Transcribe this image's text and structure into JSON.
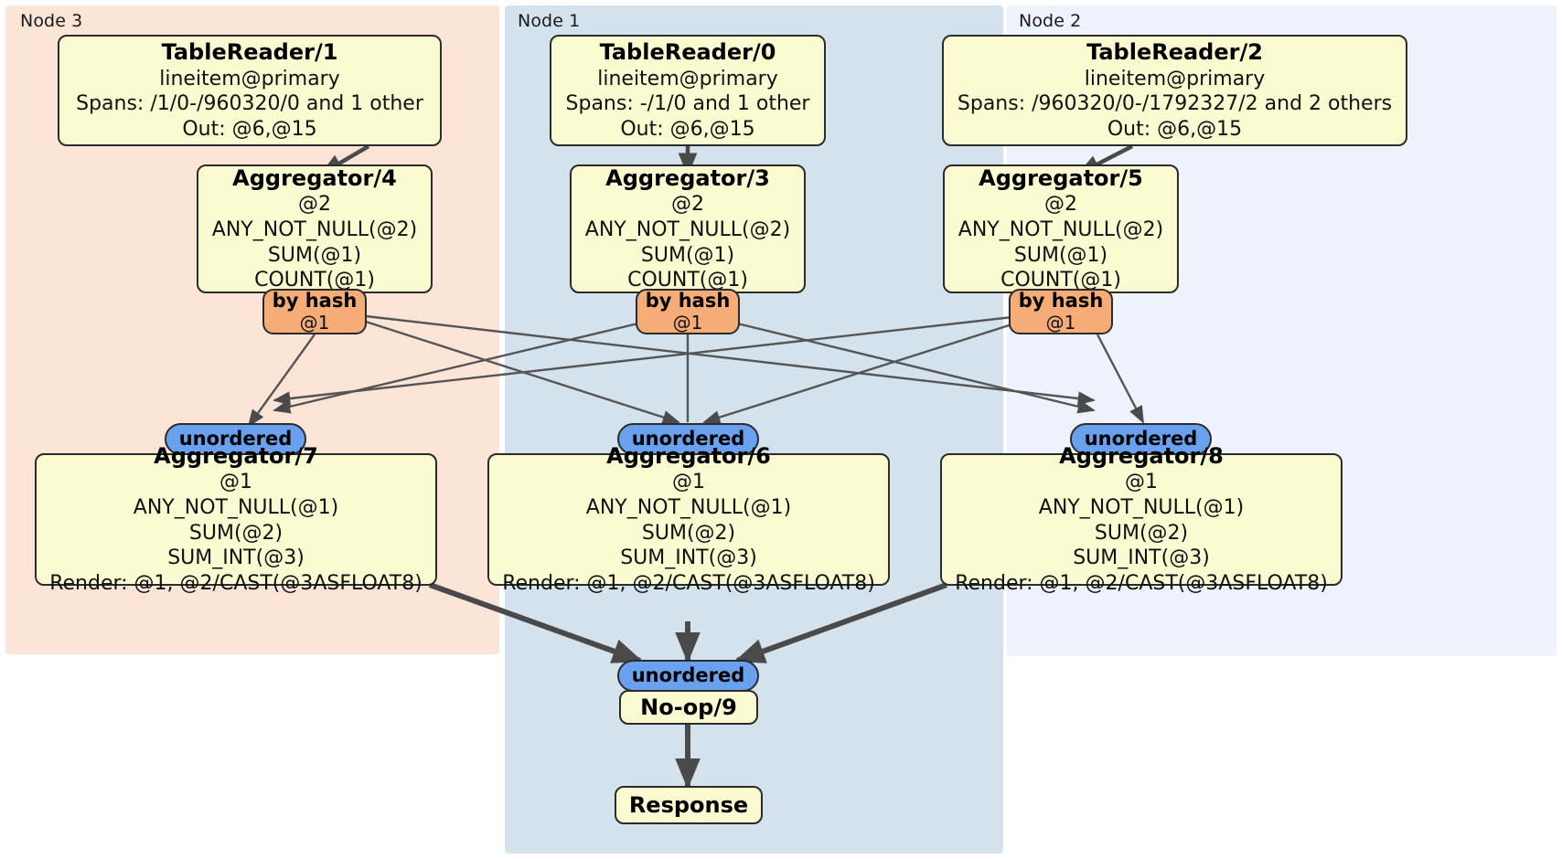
{
  "diagram": {
    "title": "Distributed query plan",
    "type": "flow-diagram",
    "colors": {
      "node3_panel": "#fce5d6",
      "node1_panel": "#d3e2ec",
      "node2_panel": "#edf2fb",
      "processor_box": "#fbfbd2",
      "hash_badge": "#f6ac77",
      "unordered_badge": "#6aa1ee",
      "stroke": "#2b2b2b",
      "thin_edge": "#555555",
      "thick_edge": "#4a4a4a"
    }
  },
  "panels": [
    {
      "id": "node3",
      "label": "Node 3"
    },
    {
      "id": "node1",
      "label": "Node 1"
    },
    {
      "id": "node2",
      "label": "Node 2"
    }
  ],
  "readers": {
    "n3": {
      "title": "TableReader/1",
      "lines": [
        "lineitem@primary",
        "Spans: /1/0-/960320/0 and 1 other",
        "Out: @6,@15"
      ]
    },
    "n1": {
      "title": "TableReader/0",
      "lines": [
        "lineitem@primary",
        "Spans: -/1/0 and 1 other",
        "Out: @6,@15"
      ]
    },
    "n2": {
      "title": "TableReader/2",
      "lines": [
        "lineitem@primary",
        "Spans: /960320/0-/1792327/2 and 2 others",
        "Out: @6,@15"
      ]
    }
  },
  "aggregators_top": {
    "n3": {
      "title": "Aggregator/4",
      "lines": [
        "@2",
        "ANY_NOT_NULL(@2)",
        "SUM(@1)",
        "COUNT(@1)"
      ]
    },
    "n1": {
      "title": "Aggregator/3",
      "lines": [
        "@2",
        "ANY_NOT_NULL(@2)",
        "SUM(@1)",
        "COUNT(@1)"
      ]
    },
    "n2": {
      "title": "Aggregator/5",
      "lines": [
        "@2",
        "ANY_NOT_NULL(@2)",
        "SUM(@1)",
        "COUNT(@1)"
      ]
    }
  },
  "hash_badges": {
    "n3": {
      "label": "by hash",
      "cols": "@1"
    },
    "n1": {
      "label": "by hash",
      "cols": "@1"
    },
    "n2": {
      "label": "by hash",
      "cols": "@1"
    }
  },
  "unordered_badges": {
    "n3": {
      "label": "unordered"
    },
    "n1": {
      "label": "unordered"
    },
    "n2": {
      "label": "unordered"
    },
    "final": {
      "label": "unordered"
    }
  },
  "aggregators_bottom": {
    "n3": {
      "title": "Aggregator/7",
      "lines": [
        "@1",
        "ANY_NOT_NULL(@1)",
        "SUM(@2)",
        "SUM_INT(@3)",
        "Render: @1, @2/CAST(@3ASFLOAT8)"
      ]
    },
    "n1": {
      "title": "Aggregator/6",
      "lines": [
        "@1",
        "ANY_NOT_NULL(@1)",
        "SUM(@2)",
        "SUM_INT(@3)",
        "Render: @1, @2/CAST(@3ASFLOAT8)"
      ]
    },
    "n2": {
      "title": "Aggregator/8",
      "lines": [
        "@1",
        "ANY_NOT_NULL(@1)",
        "SUM(@2)",
        "SUM_INT(@3)",
        "Render: @1, @2/CAST(@3ASFLOAT8)"
      ]
    }
  },
  "noop": {
    "title": "No-op/9"
  },
  "response": {
    "title": "Response"
  }
}
